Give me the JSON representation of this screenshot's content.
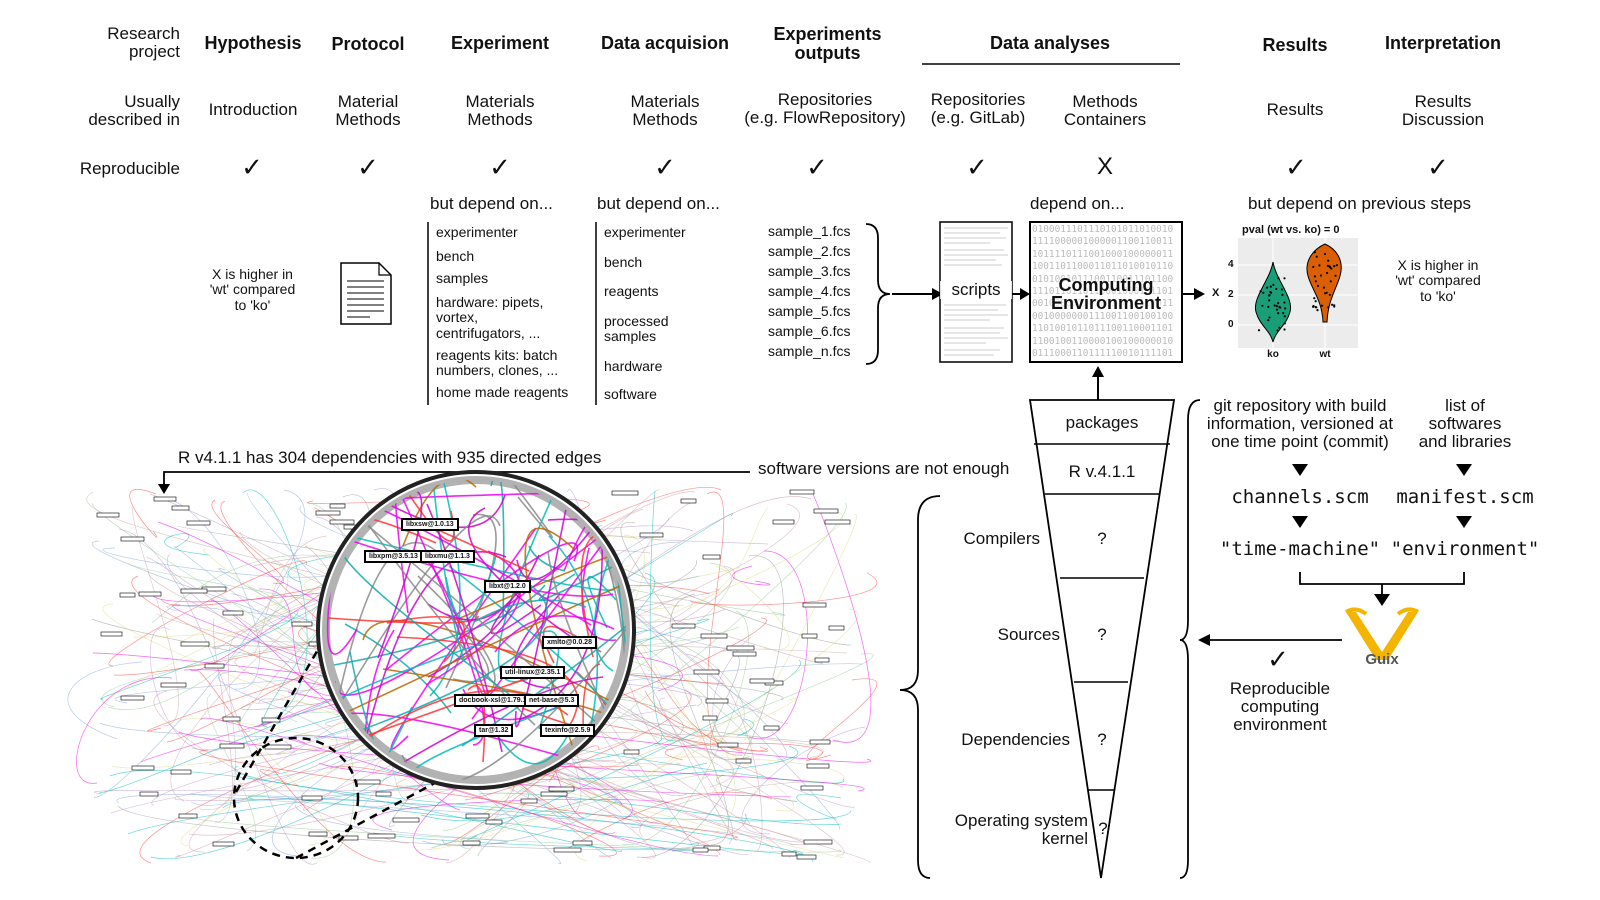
{
  "columns": {
    "research_project": "Research\nproject",
    "hypothesis": "Hypothesis",
    "protocol": "Protocol",
    "experiment": "Experiment",
    "data_acquisition": "Data acquision",
    "experiments_outputs": "Experiments\noutputs",
    "data_analyses": "Data analyses",
    "results": "Results",
    "interpretation": "Interpretation"
  },
  "described_in": {
    "row_label": "Usually\ndescribed in",
    "hypothesis": "Introduction",
    "protocol": "Material\nMethods",
    "experiment": "Materials\nMethods",
    "data_acquisition": "Materials\nMethods",
    "experiments_outputs": "Repositories\n(e.g. FlowRepository)",
    "analyses_repos": "Repositories\n(e.g. GitLab)",
    "analyses_methods": "Methods\nContainers",
    "results": "Results",
    "interpretation": "Results\nDiscussion"
  },
  "reproducible": {
    "row_label": "Reproducible",
    "check": "✓",
    "cross": "X"
  },
  "depend": {
    "experiment": "but depend on...",
    "data_acquisition": "but depend on...",
    "analyses": "depend on...",
    "results": "but depend on previous steps"
  },
  "experiment_deps": [
    "experimenter",
    "bench",
    "samples",
    "hardware: pipets,\nvortex,\ncentrifugators, ...",
    "reagents kits: batch\nnumbers, clones, ...",
    "home made reagents"
  ],
  "acquisition_deps": [
    "experimenter",
    "bench",
    "reagents",
    "processed\nsamples",
    "hardware",
    "software"
  ],
  "fcs_files": [
    "sample_1.fcs",
    "sample_2.fcs",
    "sample_3.fcs",
    "sample_4.fcs",
    "sample_5.fcs",
    "sample_6.fcs",
    "sample_n.fcs"
  ],
  "hypothesis_text": "X is higher in\n'wt' compared\nto 'ko'",
  "interpretation_text": "X is higher in\n'wt' compared\nto 'ko'",
  "scripts_label": "scripts",
  "computing_env": "Computing\nEnvironment",
  "binary_text": "0100011101110101011010010\n1111000001000001100110011\n1011110111001000100000011\n1001101100011011010010110\n0101001011100110011101100\n1110110110110001000111101\n0010000011010011010110011\n0010000000111001100100100\n1101001011011100110001101\n1100100110000100100000010\n0111000110111110010111101",
  "violin": {
    "title": "pval (wt vs. ko) = 0",
    "y_axis_label": "X",
    "y_ticks": [
      "4",
      "2",
      "0"
    ],
    "categories": [
      "ko",
      "wt"
    ],
    "colors": {
      "ko": "#1a9e77",
      "wt": "#d95f02"
    }
  },
  "funnel": {
    "levels": [
      "packages",
      "R v.4.1.1",
      "?",
      "?",
      "?",
      "?"
    ],
    "side_labels": [
      "Compilers",
      "Sources",
      "Dependencies",
      "Operating system\nkernel"
    ]
  },
  "guix_panel": {
    "git_text": "git repository with build\ninformation, versioned at\none time point (commit)",
    "list_text": "list of\nsoftwares\nand libraries",
    "channels": "channels.scm",
    "manifest": "manifest.scm",
    "time_machine": "\"time-machine\"",
    "environment": "\"environment\"",
    "guix_label": "Guix",
    "reproducible_env": "Reproducible\ncomputing\nenvironment"
  },
  "graph": {
    "caption": "R v4.1.1 has 304 dependencies with 935 directed edges",
    "versions_note": "software versions are not enough",
    "zoom_nodes": [
      "libxsw@1.0.13",
      "libxpm@3.5.13",
      "libxmu@1.1.3",
      "libxt@1.2.0",
      "xmlto@0.0.28",
      "util-linux@2.35.1",
      "docbook-xsl@1.79.1",
      "net-base@5.3",
      "tar@1.32",
      "texinfo@2.5.9"
    ]
  }
}
